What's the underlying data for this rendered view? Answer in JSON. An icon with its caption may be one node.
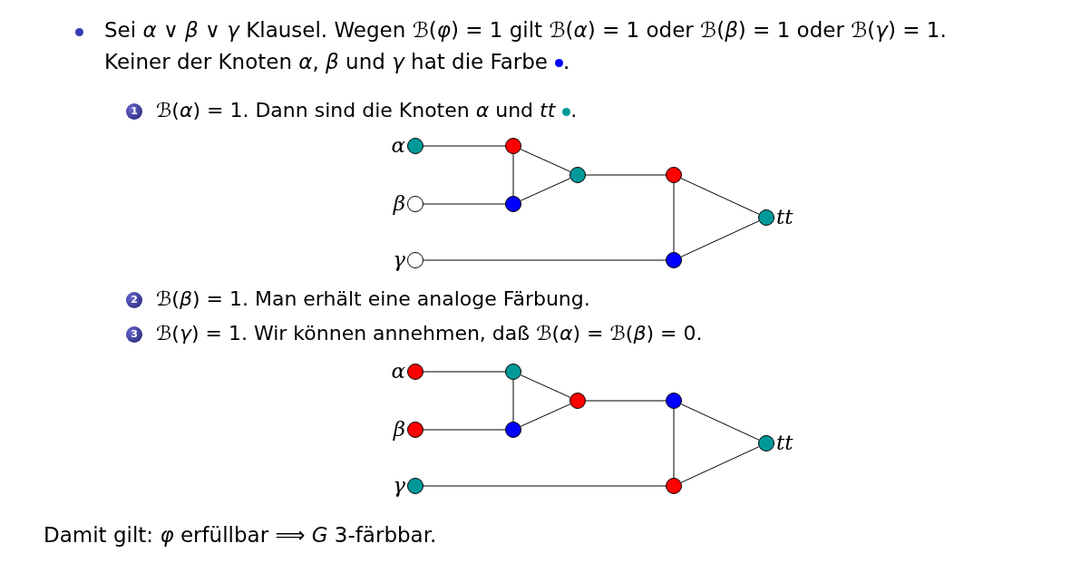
{
  "diagram": {
    "nodes": [
      {
        "text": [],
        "shape": "circle",
        "beside": [
          "α"
        ]
      },
      {
        "text": [],
        "shape": "circle",
        "beside": [
          "β"
        ]
      },
      {
        "text": [],
        "shape": "circle",
        "beside": [
          "γ"
        ]
      },
      {
        "text": [],
        "shape": "circle"
      },
      {
        "text": [],
        "shape": "circle"
      },
      {
        "text": [],
        "shape": "circle"
      },
      {
        "text": [],
        "shape": "circle"
      },
      {
        "text": [],
        "shape": "circle"
      },
      {
        "text": [],
        "shape": "circle",
        "beside": [
          "tt"
        ]
      },
      {
        "text": [],
        "shape": "circle",
        "beside": [
          "α"
        ]
      },
      {
        "text": [],
        "shape": "circle",
        "beside": [
          "β"
        ]
      },
      {
        "text": [],
        "shape": "circle",
        "beside": [
          "γ"
        ]
      },
      {
        "text": [],
        "shape": "circle"
      },
      {
        "text": [],
        "shape": "circle"
      },
      {
        "text": [],
        "shape": "circle"
      },
      {
        "text": [],
        "shape": "circle"
      },
      {
        "text": [],
        "shape": "circle"
      },
      {
        "text": [],
        "shape": "circle",
        "beside": [
          "tt"
        ]
      }
    ],
    "edges": [
      {
        "from": 0,
        "to": 3,
        "arrow": "none"
      },
      {
        "from": 1,
        "to": 4,
        "arrow": "none"
      },
      {
        "from": 3,
        "to": 4,
        "arrow": "none"
      },
      {
        "from": 3,
        "to": 5,
        "arrow": "none"
      },
      {
        "from": 4,
        "to": 5,
        "arrow": "none"
      },
      {
        "from": 5,
        "to": 6,
        "arrow": "none"
      },
      {
        "from": 6,
        "to": 7,
        "arrow": "none"
      },
      {
        "from": 6,
        "to": 8,
        "arrow": "none"
      },
      {
        "from": 7,
        "to": 8,
        "arrow": "none"
      },
      {
        "from": 2,
        "to": 7,
        "arrow": "none"
      },
      {
        "from": 9,
        "to": 12,
        "arrow": "none"
      },
      {
        "from": 10,
        "to": 13,
        "arrow": "none"
      },
      {
        "from": 12,
        "to": 13,
        "arrow": "none"
      },
      {
        "from": 12,
        "to": 14,
        "arrow": "none"
      },
      {
        "from": 13,
        "to": 14,
        "arrow": "none"
      },
      {
        "from": 14,
        "to": 15,
        "arrow": "none"
      },
      {
        "from": 15,
        "to": 16,
        "arrow": "none"
      },
      {
        "from": 15,
        "to": 17,
        "arrow": "none"
      },
      {
        "from": 16,
        "to": 17,
        "arrow": "none"
      },
      {
        "from": 11,
        "to": 16,
        "arrow": "none"
      }
    ],
    "labels": [
      "Sei *α* ∨ *β* ∨ *γ* Klausel. Wegen ℬ(*φ*) = 1 gilt ℬ(*α*) = 1 oder ℬ(*β*) = 1 oder ℬ(*γ*) = 1. Keiner der Knoten *α*, *β* und *γ* hat die Farbe",
      ".",
      "1",
      "ℬ(*α*) = 1. Dann sind die Knoten *α* und *tt*",
      ".",
      "2",
      "ℬ(*β*) = 1. Man erhält eine analoge Färbung.",
      "3",
      "ℬ(*γ*) = 1. Wir können annehmen, daß ℬ(*α*) = ℬ(*β*) = 0.",
      "Damit gilt: *φ* erfüllbar ⟹ *G* 3-färbbar."
    ]
  }
}
